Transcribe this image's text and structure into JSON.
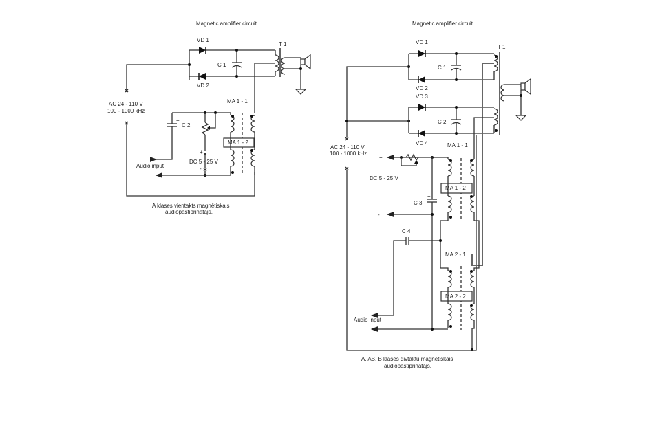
{
  "left_circuit": {
    "title": "Magnetic amplifier circuit",
    "vd1": "VD 1",
    "vd2": "VD 2",
    "c1": "C 1",
    "t1": "T 1",
    "ac_line1": "AC 24 - 110 V",
    "ac_line2": "100 - 1000 kHz",
    "c2": "C 2",
    "c2_plus": "+",
    "ma11": "MA 1 - 1",
    "ma12": "MA 1 - 2",
    "dc": "DC 5 - 25 V",
    "dc_plus": "+",
    "dc_minus": "-",
    "audio_input": "Audio input",
    "caption_line1": "A klases vientakts magnētiskais",
    "caption_line2": "audiopastiprinātājs."
  },
  "right_circuit": {
    "title": "Magnetic amplifier circuit",
    "vd1": "VD 1",
    "vd2": "VD 2",
    "vd3": "VD 3",
    "vd4": "VD 4",
    "c1": "C 1",
    "c2": "C 2",
    "c3": "C 3",
    "c3_plus": "+",
    "c4": "C 4",
    "c4_plus": "+",
    "t1": "T 1",
    "ac_line1": "AC 24 - 110 V",
    "ac_line2": "100 - 1000 kHz",
    "ma11": "MA 1 - 1",
    "ma12": "MA 1 - 2",
    "ma21": "MA 2 - 1",
    "ma22": "MA 2 - 2",
    "dc": "DC 5 - 25 V",
    "dc_plus": "+",
    "dc_minus": "-",
    "audio_input": "Audio input",
    "caption_line1": "A, AB, B klases divtaktu magnētiskais",
    "caption_line2": "audiopastiprinātājs."
  }
}
